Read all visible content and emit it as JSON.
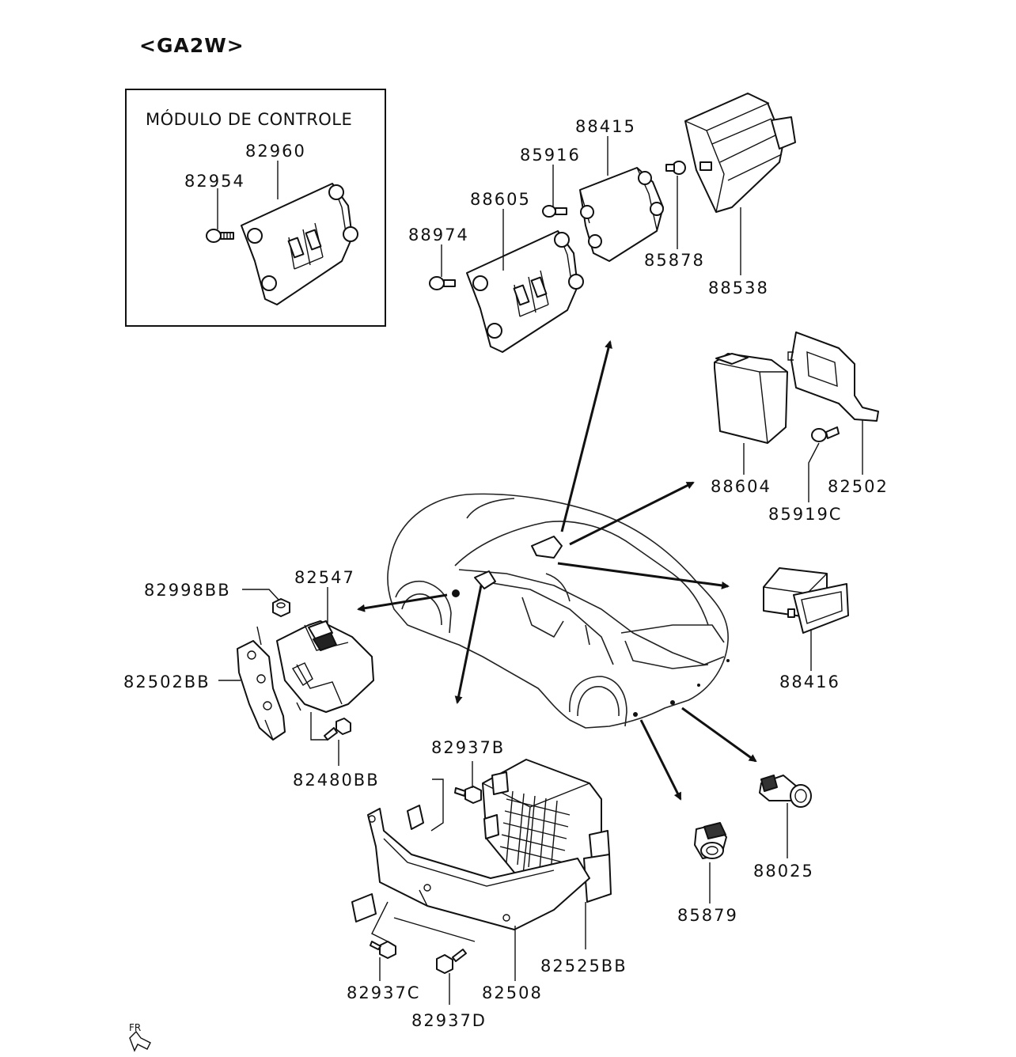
{
  "diagram": {
    "title": "<GA2W>",
    "box_title": "MÓDULO DE CONTROLE",
    "orientation_mark": "FR",
    "labels": {
      "p82960": "82960",
      "p82954": "82954",
      "p88415": "88415",
      "p85916": "85916",
      "p88605": "88605",
      "p88974": "88974",
      "p85878": "85878",
      "p88538": "88538",
      "p88604": "88604",
      "p82502": "82502",
      "p85919C": "85919C",
      "p82547": "82547",
      "p82998BB": "82998BB",
      "p82502BB": "82502BB",
      "p82480BB": "82480BB",
      "p88416": "88416",
      "p82937B": "82937B",
      "p82525BB": "82525BB",
      "p82508": "82508",
      "p82937C": "82937C",
      "p82937D": "82937D",
      "p85879": "85879",
      "p88025": "88025"
    }
  }
}
